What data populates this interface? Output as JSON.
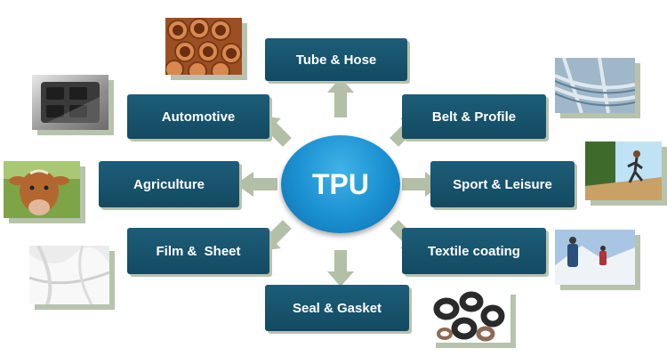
{
  "center": {
    "label": "TPU"
  },
  "nodes": {
    "tube_hose": "Tube & Hose",
    "automotive": "Automotive",
    "belt_profile": "Belt & Profile",
    "agriculture": "Agriculture",
    "sport_leisure": "Sport & Leisure",
    "film_sheet": "Film &  Sheet",
    "textile_coating": "Textile coating",
    "seal_gasket": "Seal & Gasket"
  },
  "colors": {
    "node": "#1d5d78",
    "center": "#1a8fd0",
    "arrow": "#b3bfa6",
    "shadow": "#b7c3ad"
  },
  "images": {
    "tube_hose": "copper-pipes-photo",
    "automotive": "car-window-switch-photo",
    "belt_profile": "conveyor-rails-photo",
    "agriculture": "cow-photo",
    "sport_leisure": "runner-photo",
    "film_sheet": "plastic-film-photo",
    "textile_coating": "hikers-snow-photo",
    "seal_gasket": "rubber-seals-photo"
  }
}
